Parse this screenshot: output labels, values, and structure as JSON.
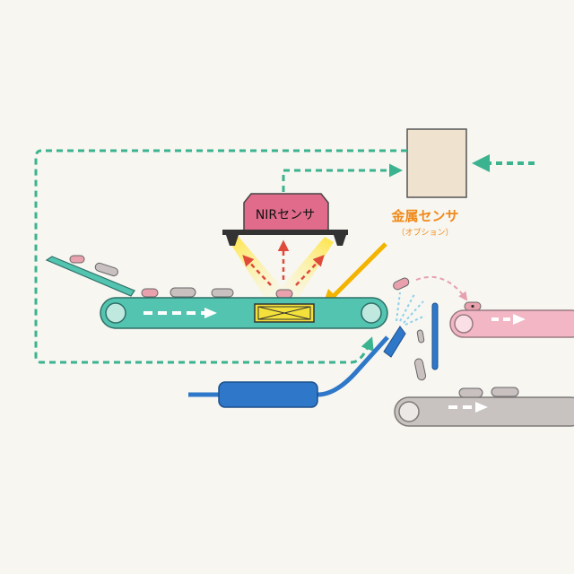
{
  "labels": {
    "nir_sensor": "NIRセンサ",
    "metal_sensor": "金属センサ",
    "metal_sensor_note": "（オプション）"
  },
  "colors": {
    "background": "#f7f6f1",
    "main_belt": "#52c4b0",
    "belt_outline": "#2f6f67",
    "sensor_box": "#e06b8a",
    "metal_label": "#f08a1a",
    "signal_dashed": "#3bb38e",
    "ejection_arrow": "#e04a3a",
    "pink_belt": "#f2b6c4",
    "gray_belt": "#c8c3c0",
    "air_tube": "#2f78c9",
    "controller_box": "#efe3d0",
    "metal_arrow": "#f3b400",
    "light_beam": "#ffe23a"
  }
}
